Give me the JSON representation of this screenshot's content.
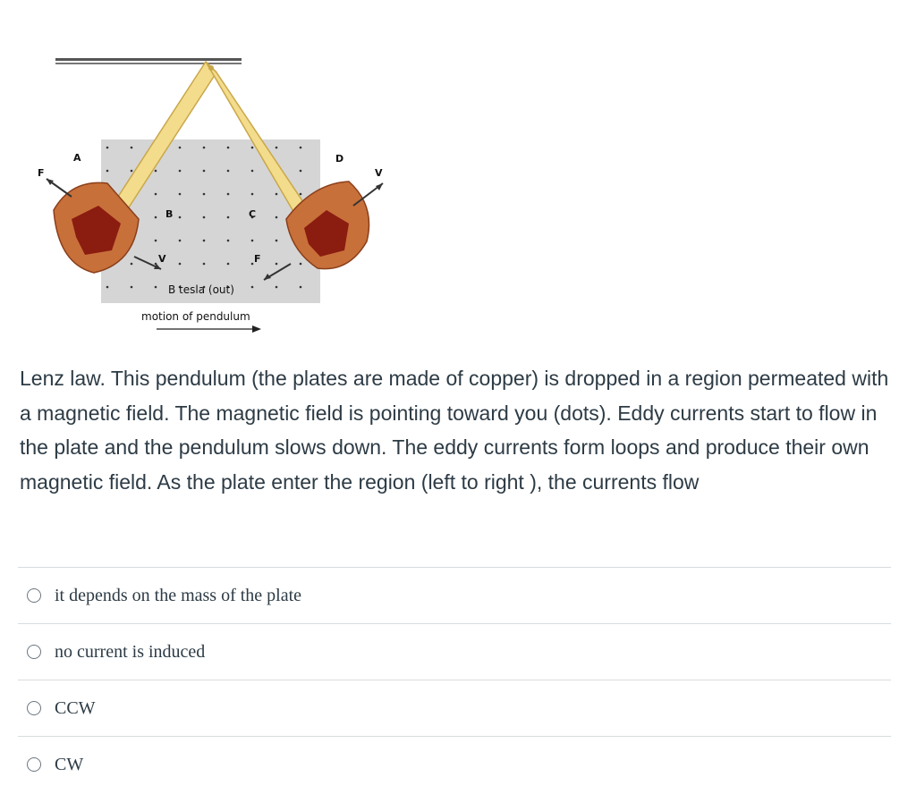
{
  "figure": {
    "labels": {
      "a": "A",
      "f_left": "F",
      "b": "B",
      "c": "C",
      "d": "D",
      "v_right": "V",
      "v_left": "V",
      "f_right": "F"
    },
    "field_label": "B tesla (out)",
    "motion_label": "motion of pendulum"
  },
  "question": {
    "text": "Lenz law. This pendulum (the plates are made of copper) is dropped in a region permeated with a magnetic field. The magnetic field is pointing toward you (dots). Eddy currents start to flow in the plate and the pendulum slows down. The eddy currents form loops and produce their own magnetic field. As the plate enter the region (left to right ), the currents flow"
  },
  "answers": [
    {
      "label": "it depends on the mass of the plate"
    },
    {
      "label": "no current is induced"
    },
    {
      "label": "CCW"
    },
    {
      "label": "CW"
    }
  ]
}
